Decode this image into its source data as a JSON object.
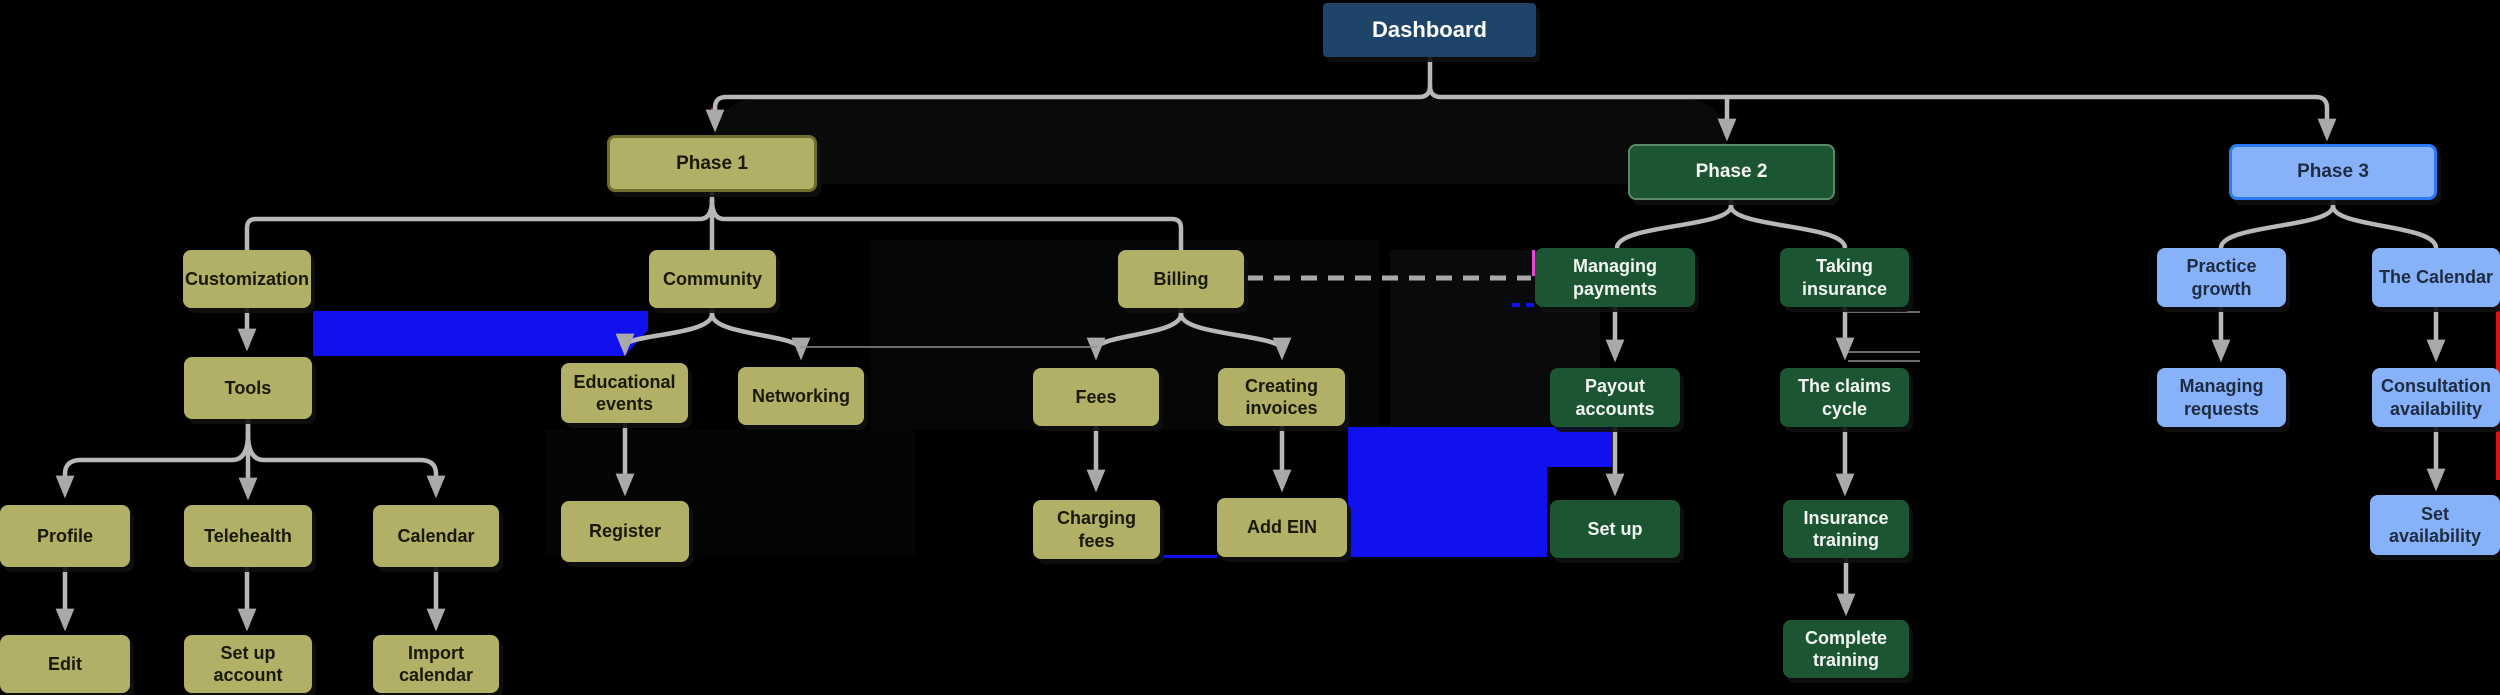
{
  "diagram": {
    "root_label": "Dashboard",
    "type": "flowchart",
    "palette": {
      "node_khaki": "#b2af66",
      "node_green": "#1b5531",
      "node_blue": "#87b2fa",
      "root_navy": "#1f4469",
      "edge_gray": "#b8b8b8",
      "glitch_blue": "#1111ef",
      "glitch_red": "#e01010",
      "glitch_pink": "#e549d5",
      "background": "#000000"
    }
  },
  "nodes": {
    "dashboard": {
      "label": "Dashboard"
    },
    "phase1": {
      "label": "Phase 1"
    },
    "phase2": {
      "label": "Phase 2"
    },
    "phase3": {
      "label": "Phase 3"
    },
    "customization": {
      "label": "Customization"
    },
    "community": {
      "label": "Community"
    },
    "billing": {
      "label": "Billing"
    },
    "managing_payments": {
      "label": "Managing payments"
    },
    "taking_insurance": {
      "label": "Taking insurance"
    },
    "practice_growth": {
      "label": "Practice growth"
    },
    "the_calendar": {
      "label": "The  Calendar"
    },
    "tools": {
      "label": "Tools"
    },
    "educational_events": {
      "label": "Educational events"
    },
    "networking": {
      "label": "Networking"
    },
    "fees": {
      "label": "Fees"
    },
    "creating_invoices": {
      "label": "Creating invoices"
    },
    "payout_accounts": {
      "label": "Payout accounts"
    },
    "claims_cycle": {
      "label": "The claims cycle"
    },
    "managing_requests": {
      "label": "Managing requests"
    },
    "consultation_availability": {
      "label": "Consultation availability"
    },
    "profile": {
      "label": "Profile"
    },
    "telehealth": {
      "label": "Telehealth"
    },
    "calendar": {
      "label": "Calendar"
    },
    "register": {
      "label": "Register"
    },
    "charging_fees": {
      "label": "Charging fees"
    },
    "add_ein": {
      "label": "Add EIN"
    },
    "set_up": {
      "label": "Set up"
    },
    "insurance_training": {
      "label": "Insurance training"
    },
    "set_availability": {
      "label": "Set availability"
    },
    "edit": {
      "label": "Edit"
    },
    "set_up_account": {
      "label": "Set up account"
    },
    "import_calendar": {
      "label": "Import calendar"
    },
    "complete_training": {
      "label": "Complete training"
    }
  }
}
